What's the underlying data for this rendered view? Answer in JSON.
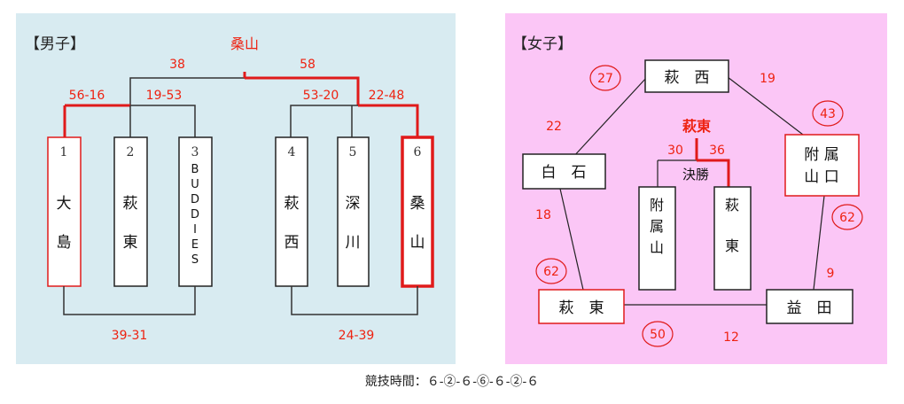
{
  "men": {
    "section_label": "【男子】",
    "champion": "桑山",
    "final_scores": [
      "38",
      "58"
    ],
    "semi_left_scores": [
      "56-16",
      "19-53"
    ],
    "semi_right_scores": [
      "53-20",
      "22-48"
    ],
    "consolation_left": "39-31",
    "consolation_right": "24-39",
    "teams": [
      {
        "seed": "1",
        "name": [
          "大",
          "島"
        ]
      },
      {
        "seed": "2",
        "name": [
          "萩",
          "東"
        ]
      },
      {
        "seed": "3",
        "name": [
          "B",
          "U",
          "D",
          "D",
          "I",
          "E",
          "S"
        ]
      },
      {
        "seed": "4",
        "name": [
          "萩",
          "西"
        ]
      },
      {
        "seed": "5",
        "name": [
          "深",
          "川"
        ]
      },
      {
        "seed": "6",
        "name": [
          "桑",
          "山"
        ]
      }
    ]
  },
  "women": {
    "section_label": "【女子】",
    "teams": {
      "top": "萩　西",
      "left": "白　石",
      "right": [
        "附 属",
        "山 口"
      ],
      "bottom_left": "萩　東",
      "bottom_right": "益　田"
    },
    "edge_scores": {
      "top_left": "22",
      "top_right": "19",
      "left": "18",
      "right": "9",
      "bottom": "12"
    },
    "circled_scores": [
      "27",
      "43",
      "62",
      "62",
      "50"
    ],
    "final": {
      "champion": "萩東",
      "label": "決勝",
      "scores": [
        "30",
        "36"
      ],
      "teams": [
        [
          "附",
          "属",
          "山"
        ],
        [
          "萩",
          "東"
        ]
      ]
    }
  },
  "footer": "競技時間：６-②-６-⑥-６-②-６"
}
